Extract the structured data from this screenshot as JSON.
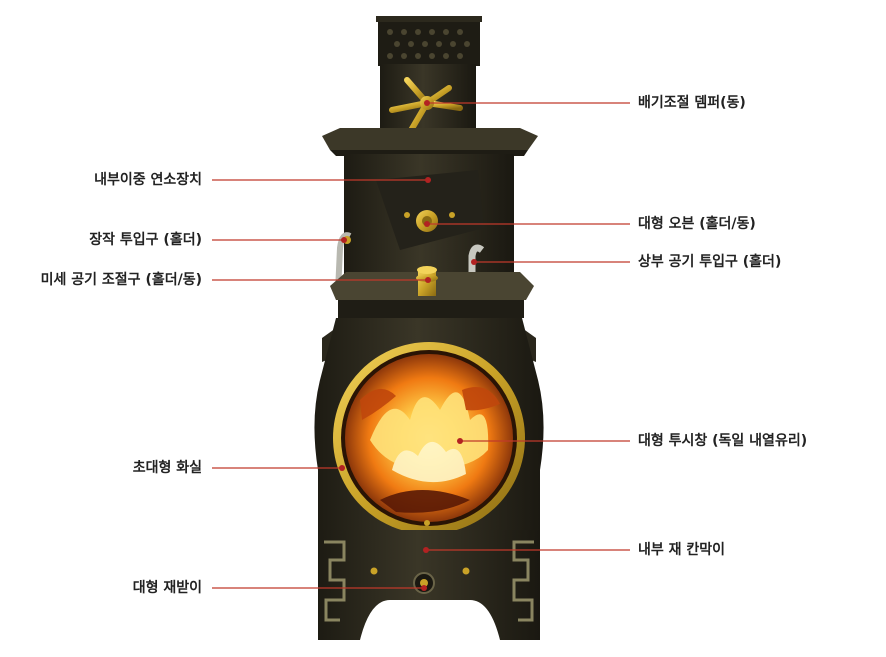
{
  "colors": {
    "leader_line": "#c0392b",
    "leader_dot": "#b22222",
    "label_text": "#222222",
    "stove_body": "#2e2b1f",
    "stove_edge": "#1c1a12",
    "brass": "#c9a227",
    "fire_core": "#ffcf4a",
    "fire_mid": "#f07a12",
    "fire_dark": "#6b2008"
  },
  "callouts": {
    "exhaust_damper": "배기조절 뎀퍼(동)",
    "double_combustion": "내부이중 연소장치",
    "large_oven": "대형 오븐 (홀더/동)",
    "wood_inlet": "장작 투입구 (홀더)",
    "upper_air_inlet": "상부 공기 투입구 (홀더)",
    "fine_air_adjuster": "미세 공기 조절구 (홀더/동)",
    "viewing_window": "대형 투시창 (독일 내열유리)",
    "firebox": "초대형 화실",
    "ash_baffle": "내부 재 칸막이",
    "ash_pan": "대형 재받이"
  }
}
